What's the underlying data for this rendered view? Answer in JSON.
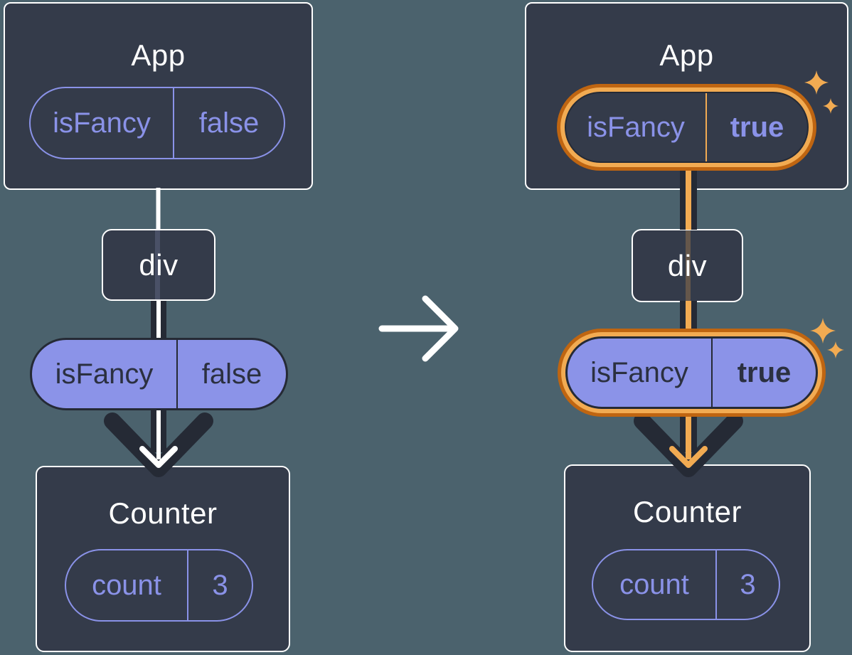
{
  "colors": {
    "background": "#4b626d",
    "box_bg": "#343b4a",
    "box_border": "#ffffff",
    "purple": "#8a92e8",
    "purple_fill": "#8b93e8",
    "dark": "#252a35",
    "pill_text_dark": "#2b3040",
    "orange_light": "#f2ab52",
    "orange_dark": "#bf6511",
    "white": "#ffffff"
  },
  "before_tree": {
    "app": {
      "title": "App",
      "state_pill": {
        "label": "isFancy",
        "value": "false"
      }
    },
    "div_node": {
      "title": "div"
    },
    "prop_pill": {
      "label": "isFancy",
      "value": "false"
    },
    "counter": {
      "title": "Counter",
      "state_pill": {
        "label": "count",
        "value": "3"
      }
    }
  },
  "after_tree": {
    "app": {
      "title": "App",
      "state_pill": {
        "label": "isFancy",
        "value": "true",
        "highlighted": true
      }
    },
    "div_node": {
      "title": "div"
    },
    "prop_pill": {
      "label": "isFancy",
      "value": "true",
      "highlighted": true
    },
    "counter": {
      "title": "Counter",
      "state_pill": {
        "label": "count",
        "value": "3"
      }
    }
  },
  "icons": {
    "transition": "arrow-right-icon",
    "flow": "arrow-down-icon",
    "highlight": "sparkle-icon"
  }
}
